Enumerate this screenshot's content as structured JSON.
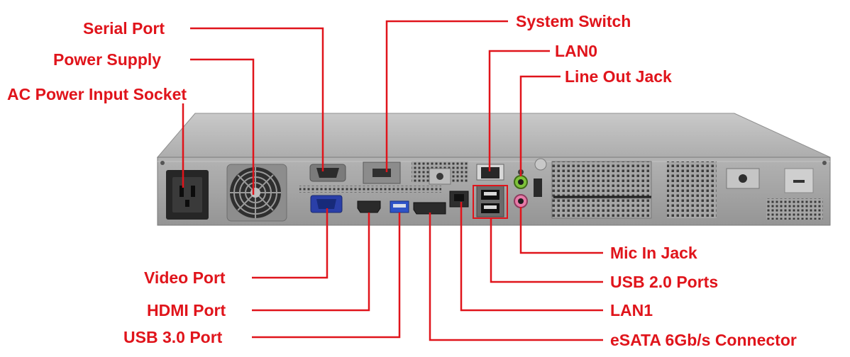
{
  "title": "",
  "colors": {
    "label": "#e0141b",
    "leader": "#e0141b",
    "chassis_top": "#b7b7b7",
    "chassis_face": "#a4a4a4"
  },
  "labels": {
    "serial_port": "Serial Port",
    "power_supply": "Power Supply",
    "ac_power_input_socket": "AC Power Input Socket",
    "system_switch": "System Switch",
    "lan0": "LAN0",
    "line_out_jack": "Line Out Jack",
    "video_port": "Video Port",
    "hdmi_port": "HDMI Port",
    "usb30_port": "USB 3.0 Port",
    "mic_in_jack": "Mic In Jack",
    "usb20_ports": "USB 2.0 Ports",
    "lan1": "LAN1",
    "esata_connector": "eSATA 6Gb/s Connector"
  }
}
